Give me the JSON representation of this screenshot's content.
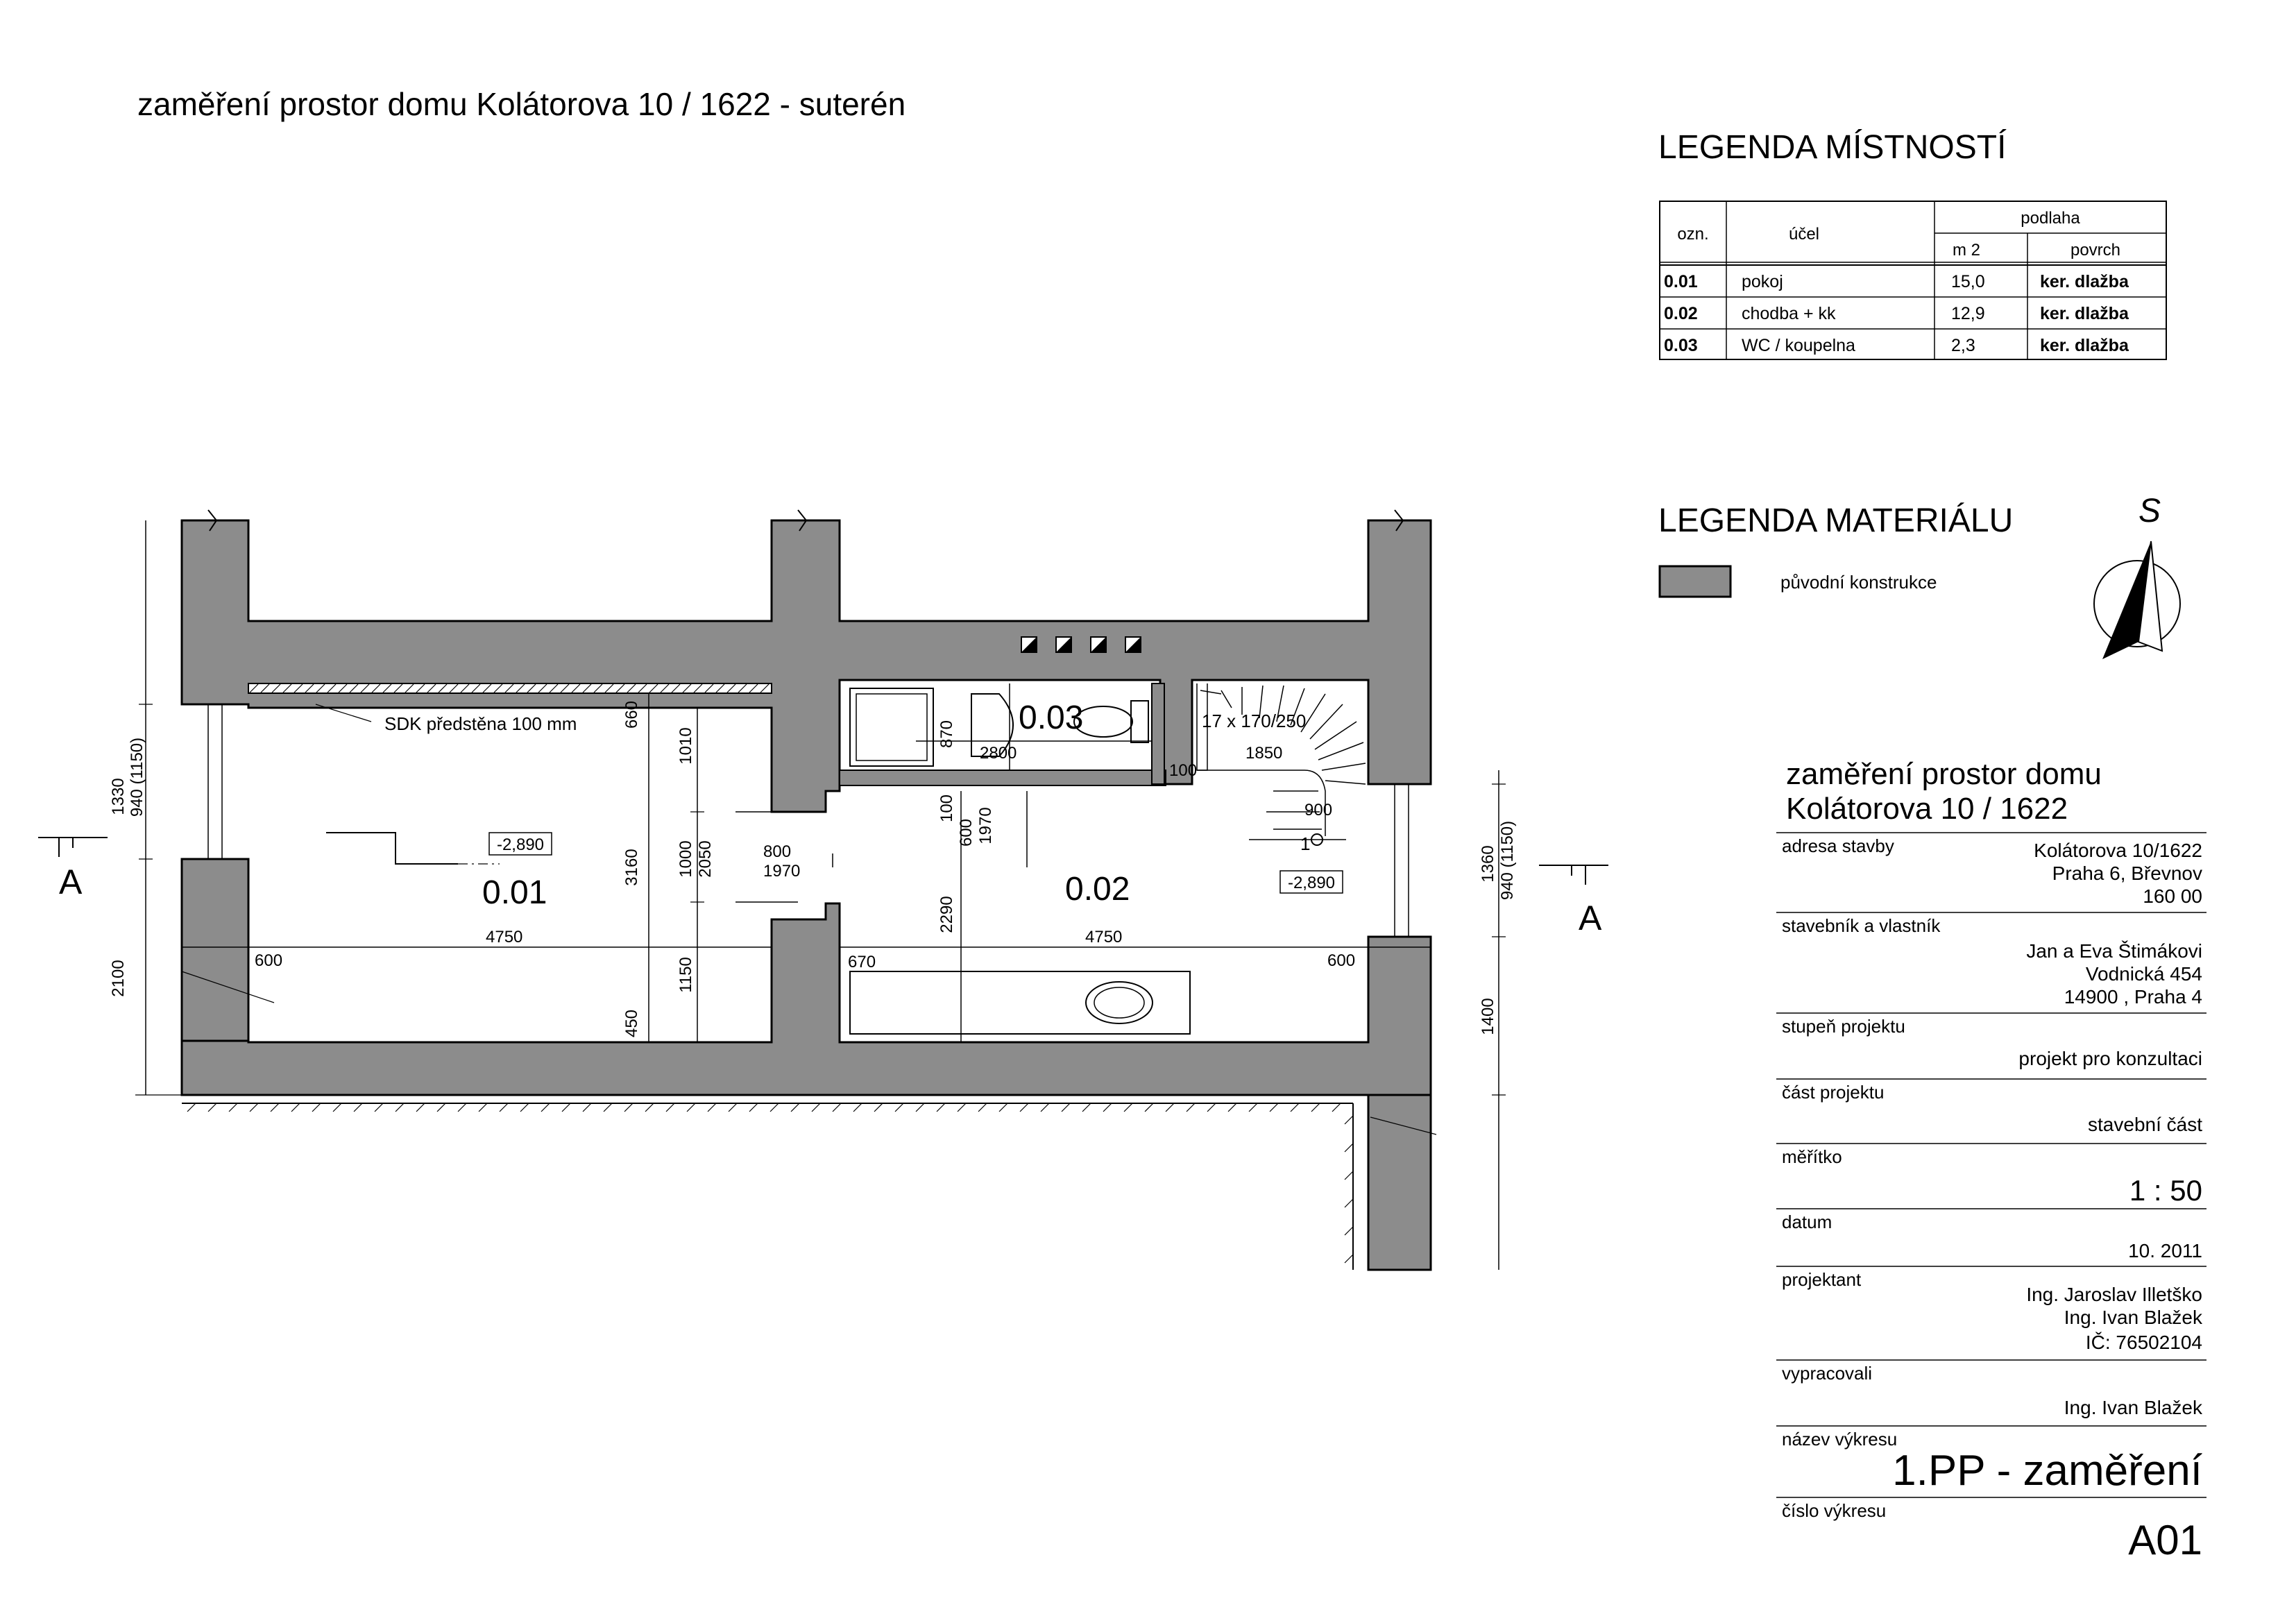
{
  "header": {
    "title": "zaměření prostor domu Kolátorova 10 / 1622 - suterén"
  },
  "room_legend": {
    "title": "LEGENDA MÍSTNOSTÍ",
    "col_code": "ozn.",
    "col_purpose": "účel",
    "col_floor": "podlaha",
    "col_area": "m 2",
    "col_surface": "povrch",
    "rows": [
      {
        "code": "0.01",
        "purpose": "pokoj",
        "area": "15,0",
        "surface": "ker. dlažba"
      },
      {
        "code": "0.02",
        "purpose": "chodba + kk",
        "area": "12,9",
        "surface": "ker. dlažba"
      },
      {
        "code": "0.03",
        "purpose": "WC / koupelna",
        "area": "2,3",
        "surface": "ker. dlažba"
      }
    ]
  },
  "material_legend": {
    "title": "LEGENDA MATERIÁLU",
    "items": [
      {
        "label": "původní konstrukce",
        "color": "#8c8c8c"
      }
    ]
  },
  "compass": {
    "label": "S"
  },
  "plan": {
    "rooms": [
      {
        "id": "0.01",
        "level": "-2,890"
      },
      {
        "id": "0.02",
        "level": "-2,890"
      },
      {
        "id": "0.03"
      }
    ],
    "section_mark": "A",
    "notes": {
      "sdk": "SDK předstěna 100 mm",
      "stairs": "17 x 170/250",
      "step": "1"
    },
    "dims": {
      "left_outer_top": "1330",
      "left_outer_window": "940 (1150)",
      "left_outer_bottom": "2100",
      "r1_top": "660",
      "r1_mid": "3160",
      "r1_bot": "450",
      "c1_top": "1010",
      "c1_a": "1000",
      "c1_b": "2050",
      "c1_bot": "1150",
      "door_w": "800",
      "door_h": "1970",
      "r1_width": "4750",
      "r1_sill": "600",
      "bath_w": "2800",
      "bath_h": "870",
      "corr_100a": "100",
      "corr_600": "600",
      "corr_1970": "1970",
      "r2_2290": "2290",
      "r2_width": "4750",
      "r2_670": "670",
      "r2_600": "600",
      "st_100": "100",
      "st_1850": "1850",
      "st_900": "900",
      "right_1360": "1360",
      "right_window": "940 (1150)",
      "right_1400": "1400"
    }
  },
  "title_block": {
    "name_line1": "zaměření prostor domu",
    "name_line2": "Kolátorova 10 / 1622",
    "fields": [
      {
        "label": "adresa stavby",
        "values": [
          "Kolátorova 10/1622",
          "Praha 6, Břevnov",
          "160 00"
        ]
      },
      {
        "label": "stavebník a vlastník",
        "values": [
          "Jan a Eva Štimákovi",
          "Vodnická 454",
          "14900 , Praha 4"
        ]
      },
      {
        "label": "stupeň projektu",
        "values": [
          "projekt pro konzultaci"
        ]
      },
      {
        "label": "část projektu",
        "values": [
          "stavební část"
        ]
      },
      {
        "label": "měřítko",
        "values": [
          "1 : 50"
        ]
      },
      {
        "label": "datum",
        "values": [
          "10. 2011"
        ]
      },
      {
        "label": "projektant",
        "values": [
          "Ing. Jaroslav Illetško",
          "Ing. Ivan Blažek",
          "IČ: 76502104"
        ]
      },
      {
        "label": "vypracovali",
        "values": [
          "Ing. Ivan Blažek"
        ]
      },
      {
        "label": "název výkresu",
        "values": [
          "1.PP - zaměření"
        ]
      },
      {
        "label": "číslo výkresu",
        "values": [
          "A01"
        ]
      }
    ]
  }
}
